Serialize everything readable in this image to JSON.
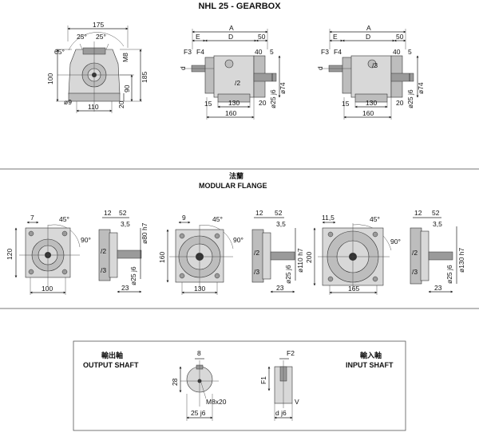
{
  "title": "NHL 25 - GEARBOX",
  "gearbox": {
    "front": {
      "width": "175",
      "angle_a": "25°",
      "angle_b": "25°",
      "angle_c": "65°",
      "m8": "M8",
      "h100": "100",
      "h185": "185",
      "h90": "90",
      "h20": "20",
      "hole": "ø9",
      "base": "110"
    },
    "side1": {
      "A": "A",
      "E": "E",
      "D": "D",
      "w50": "50",
      "w40": "40",
      "w5": "5",
      "F3": "F3",
      "F4": "F4",
      "d": "d",
      "slash": "/2",
      "dia74": "ø74",
      "dia25": "ø25 j6",
      "w15": "15",
      "w130": "130",
      "w20": "20",
      "w160": "160"
    },
    "side2": {
      "A": "A",
      "E": "E",
      "D": "D",
      "w50": "50",
      "w40": "40",
      "w5": "5",
      "F3": "F3",
      "F4": "F4",
      "d": "d",
      "slash": "/3",
      "dia74": "ø74",
      "dia25": "ø25 j6",
      "w15": "15",
      "w130": "130",
      "w20": "20",
      "w160": "160"
    }
  },
  "flange": {
    "title_cn": "法蘭",
    "title_en": "MODULAR FLANGE",
    "f1": {
      "top": "7",
      "angle": "45°",
      "angle90": "90°",
      "h": "120",
      "base": "100"
    },
    "s1": {
      "w12": "12",
      "w52": "52",
      "w35": "3,5",
      "dia": "ø80 h7",
      "a": "/2",
      "b": "/3",
      "dia25": "ø25 j6",
      "w23": "23"
    },
    "f2": {
      "top": "9",
      "angle": "45°",
      "angle90": "90°",
      "h": "160",
      "base": "130"
    },
    "s2": {
      "w12": "12",
      "w52": "52",
      "w35": "3,5",
      "dia": "ø110 h7",
      "a": "/2",
      "b": "/3",
      "dia25": "ø25 j6",
      "w23": "23"
    },
    "f3": {
      "top": "11,5",
      "angle": "45°",
      "angle90": "90°",
      "h": "200",
      "base": "165"
    },
    "s3": {
      "w12": "12",
      "w52": "52",
      "w35": "3,5",
      "dia": "ø130 h7",
      "a": "/2",
      "b": "/3",
      "dia25": "ø25 j6",
      "w23": "23"
    }
  },
  "shafts": {
    "output_cn": "輸出軸",
    "output_en": "OUTPUT SHAFT",
    "input_cn": "輸入軸",
    "input_en": "INPUT SHAFT",
    "out": {
      "key": "8",
      "h": "28",
      "thread": "M8x20",
      "dia": "25 j6"
    },
    "inp": {
      "f2": "F2",
      "f1": "F1",
      "v": "V",
      "dia": "d j6"
    }
  }
}
